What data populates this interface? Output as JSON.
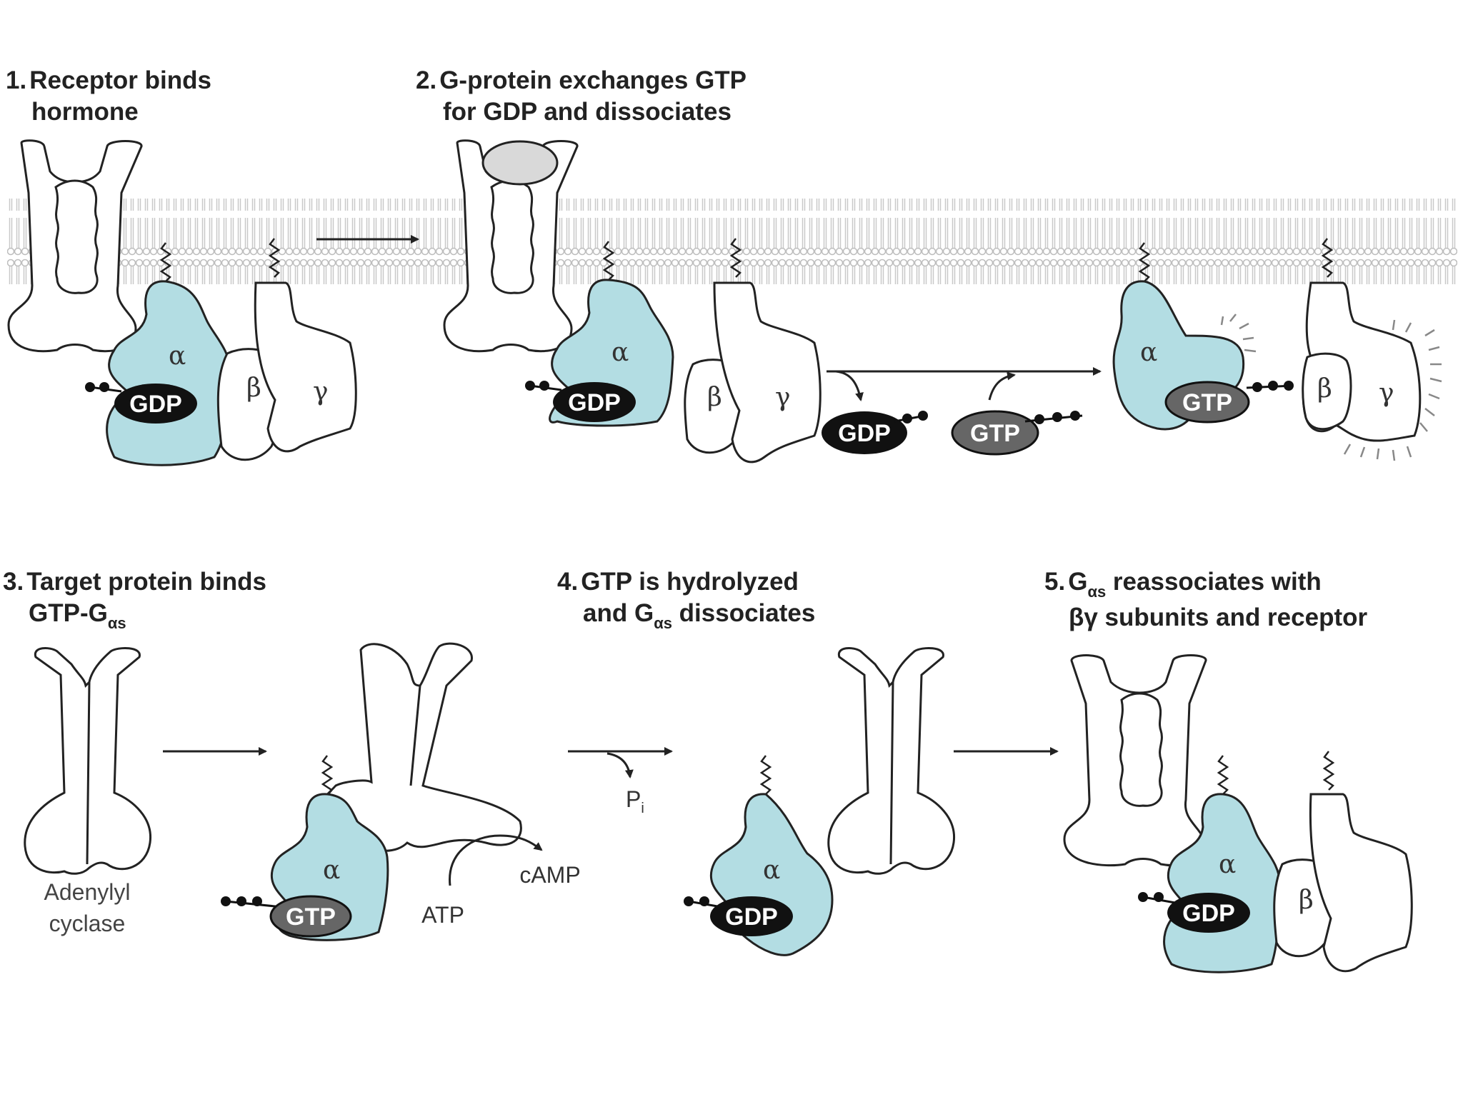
{
  "steps": {
    "s1": {
      "num": "1.",
      "line1": "Receptor binds",
      "line2": "hormone"
    },
    "s2": {
      "num": "2.",
      "line1": "G-protein exchanges GTP",
      "line2": "for GDP and dissociates"
    },
    "s3": {
      "num": "3.",
      "line1": "Target protein binds",
      "line2_pre": "GTP-G",
      "line2_sub": "αs"
    },
    "s4": {
      "num": "4.",
      "line1": "GTP is hydrolyzed",
      "line2_pre": "and G",
      "line2_sub": "αs",
      "line2_post": " dissociates"
    },
    "s5": {
      "num": "5.",
      "line1_pre": "G",
      "line1_sub": "αs",
      "line1_post": " reassociates with",
      "line2": "βγ subunits and receptor"
    }
  },
  "subunits": {
    "alpha": "α",
    "beta": "β",
    "gamma": "γ"
  },
  "nucleotides": {
    "gdp": "GDP",
    "gtp": "GTP"
  },
  "molecules": {
    "atp": "ATP",
    "camp": "cAMP",
    "pi_main": "P",
    "pi_sub": "i"
  },
  "enzyme": {
    "line1": "Adenylyl",
    "line2": "cyclase"
  },
  "colors": {
    "alpha_fill": "#b3dde3",
    "gdp_fill": "#111111",
    "gtp_fill": "#666666",
    "hormone_fill": "#d9d9d9",
    "membrane": "#cfcfcf"
  }
}
